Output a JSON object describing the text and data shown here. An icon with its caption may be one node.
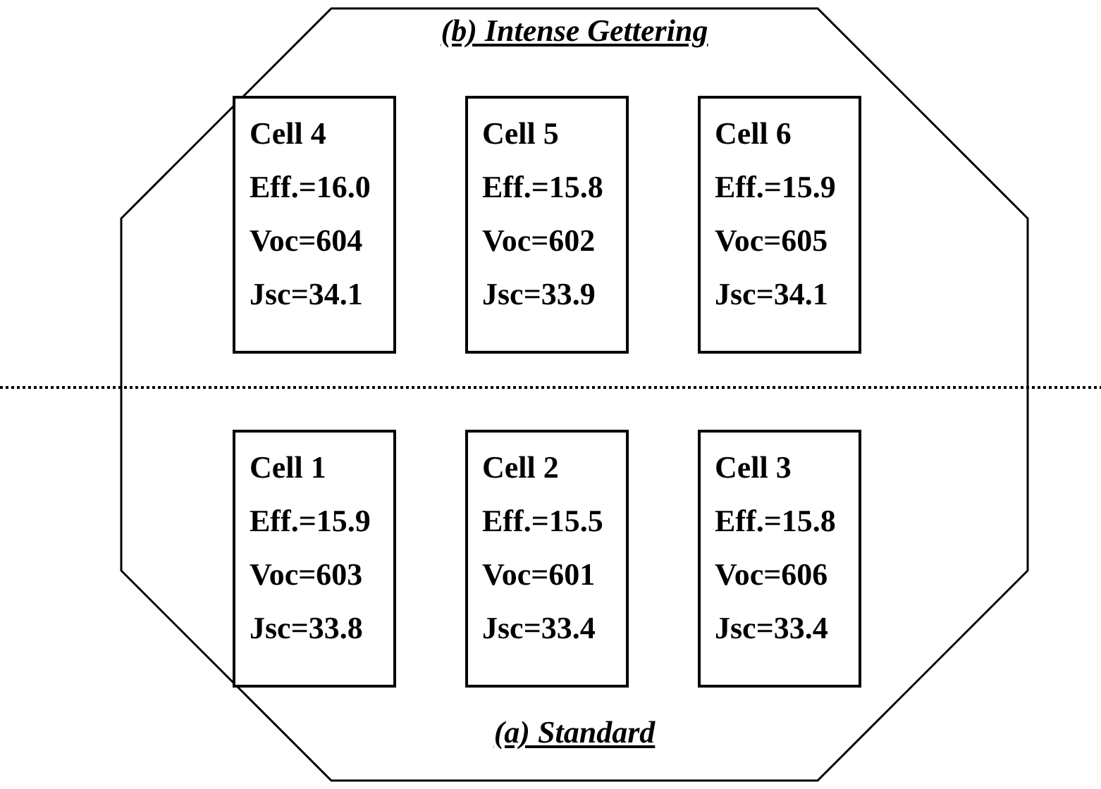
{
  "diagram": {
    "nodes": [
      {
        "text": [
          "(b) Intense Gettering",
          "(a) Standard"
        ]
      },
      {
        "text": [
          "Cell 4",
          "Eff.=16.0",
          "Voc=604",
          "Jsc=34.1"
        ],
        "in": 0
      },
      {
        "text": [
          "Cell 5",
          "Eff.=15.8",
          "Voc=602",
          "Jsc=33.9"
        ],
        "in": 0
      },
      {
        "text": [
          "Cell 6",
          "Eff.=15.9",
          "Voc=605",
          "Jsc=34.1"
        ],
        "in": 0
      },
      {
        "text": [
          "Cell 1",
          "Eff.=15.9",
          "Voc=603",
          "Jsc=33.8"
        ],
        "in": 0
      },
      {
        "text": [
          "Cell 2",
          "Eff.=15.5",
          "Voc=601",
          "Jsc=33.4"
        ],
        "in": 0
      },
      {
        "text": [
          "Cell 3",
          "Eff.=15.8",
          "Voc=606",
          "Jsc=33.4"
        ],
        "in": 0
      }
    ],
    "edges": []
  }
}
